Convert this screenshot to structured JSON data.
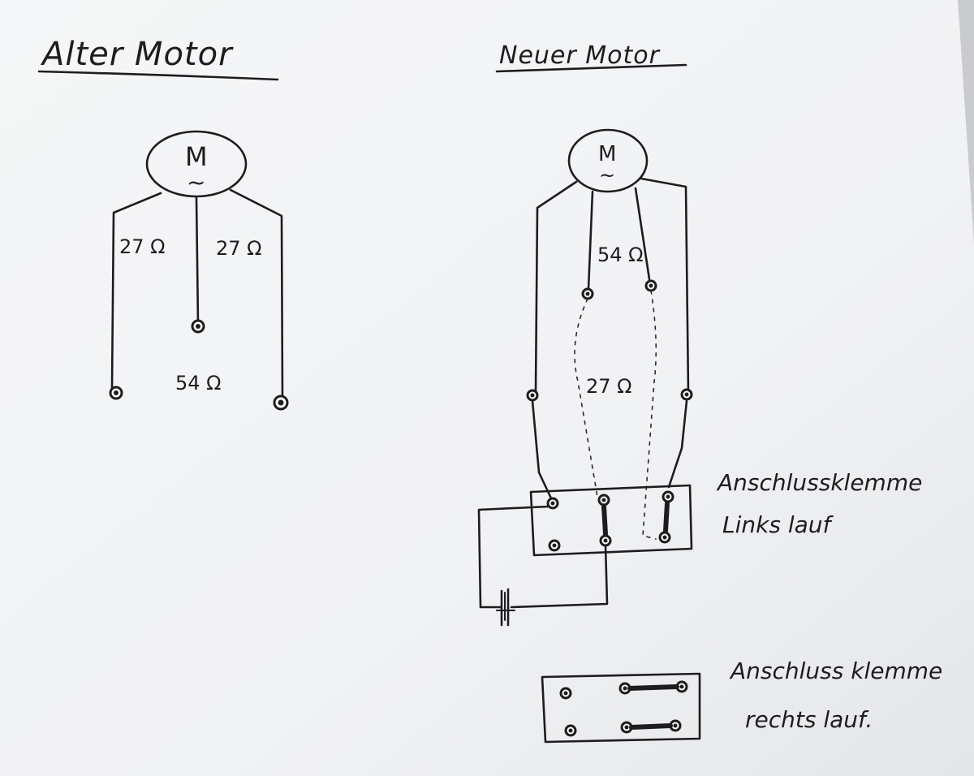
{
  "old_motor": {
    "title": "Alter Motor",
    "motor_symbol": "M",
    "motor_ac": "~",
    "left_winding": "27 Ω",
    "right_winding": "27 Ω",
    "total_winding": "54 Ω"
  },
  "new_motor": {
    "title": "Neuer Motor",
    "motor_symbol": "M",
    "motor_ac": "~",
    "main_winding": "54 Ω",
    "aux_winding": "27 Ω"
  },
  "terminal_left": {
    "label_line1": "Anschlussklemme",
    "label_line2": "Links lauf"
  },
  "terminal_right": {
    "label_line1": "Anschluss klemme",
    "label_line2": "rechts lauf."
  },
  "colors": {
    "paper": "#f6f7f8",
    "ink": "#1d1d1f",
    "background": "#e9eaec"
  },
  "icons": [
    "motor-symbol-icon",
    "capacitor-icon",
    "terminal-screw-icon",
    "bridge-link-icon"
  ]
}
